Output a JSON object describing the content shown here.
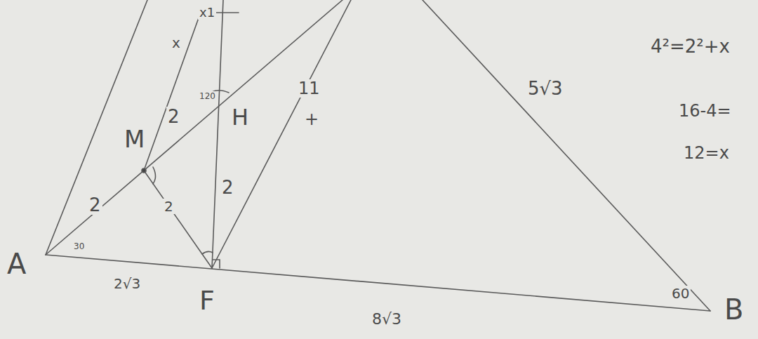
{
  "diagram": {
    "labels": [
      "A",
      "B",
      "F",
      "M",
      "H",
      "30",
      "60",
      "120",
      "2√3",
      "8√3",
      "5√3",
      "2",
      "2",
      "2",
      "2",
      "x",
      "x1",
      "11",
      "+",
      "4²=2²+x",
      "16-4=",
      "12=x"
    ]
  }
}
